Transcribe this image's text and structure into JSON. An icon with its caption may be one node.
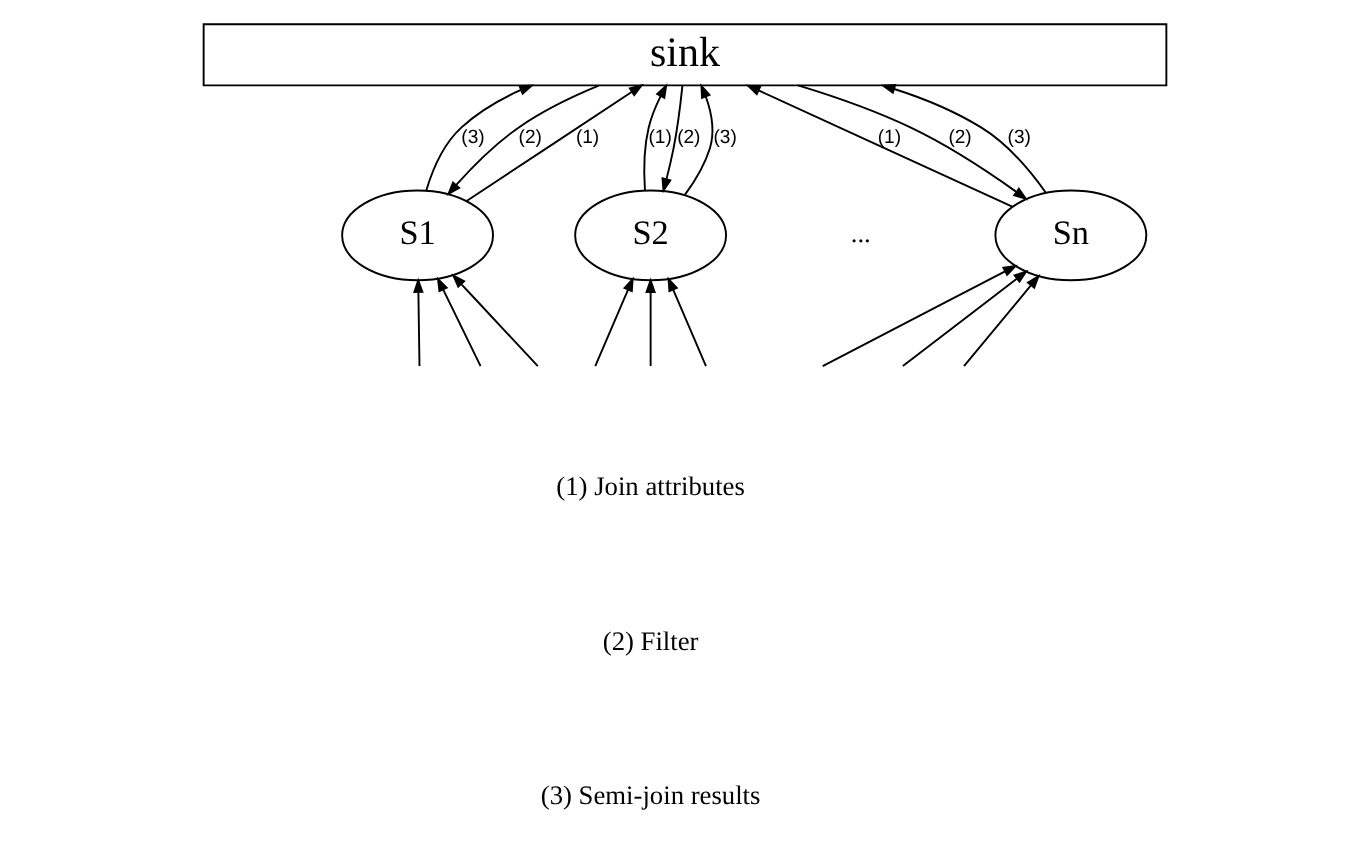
{
  "diagram": {
    "nodes": [
      {
        "text": [
          "sink"
        ]
      },
      {
        "text": [
          "S1"
        ]
      },
      {
        "text": [
          "S2"
        ]
      },
      {
        "text": [
          "Sn"
        ]
      }
    ],
    "edges": [
      {
        "from": 1,
        "to": 0,
        "arrow": "to",
        "label": "(1)"
      },
      {
        "from": 0,
        "to": 1,
        "arrow": "to",
        "label": "(2)"
      },
      {
        "from": 1,
        "to": 0,
        "arrow": "to",
        "label": "(3)"
      },
      {
        "from": 2,
        "to": 0,
        "arrow": "to",
        "label": "(1)"
      },
      {
        "from": 0,
        "to": 2,
        "arrow": "to",
        "label": "(2)"
      },
      {
        "from": 2,
        "to": 0,
        "arrow": "to",
        "label": "(3)"
      },
      {
        "from": 3,
        "to": 0,
        "arrow": "to",
        "label": "(1)"
      },
      {
        "from": 0,
        "to": 3,
        "arrow": "to",
        "label": "(2)"
      },
      {
        "from": 3,
        "to": 0,
        "arrow": "to",
        "label": "(3)"
      },
      {
        "from": null,
        "to": 1,
        "arrow": "to"
      },
      {
        "from": null,
        "to": 1,
        "arrow": "to"
      },
      {
        "from": null,
        "to": 1,
        "arrow": "to"
      },
      {
        "from": null,
        "to": 2,
        "arrow": "to"
      },
      {
        "from": null,
        "to": 2,
        "arrow": "to"
      },
      {
        "from": null,
        "to": 2,
        "arrow": "to"
      },
      {
        "from": null,
        "to": 3,
        "arrow": "to"
      },
      {
        "from": null,
        "to": 3,
        "arrow": "to"
      },
      {
        "from": null,
        "to": 3,
        "arrow": "to"
      }
    ],
    "labels": [
      "...",
      "(1) Join attributes",
      "(2) Filter",
      "(3) Semi-join results"
    ]
  }
}
